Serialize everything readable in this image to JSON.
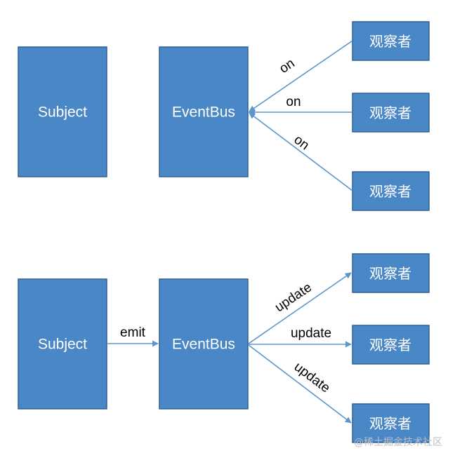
{
  "diagram": {
    "top": {
      "subject": "Subject",
      "bus": "EventBus",
      "observers": [
        "观察者",
        "观察者",
        "观察者"
      ],
      "edges": [
        "on",
        "on",
        "on"
      ]
    },
    "bottom": {
      "subject": "Subject",
      "bus": "EventBus",
      "emit": "emit",
      "observers": [
        "观察者",
        "观察者",
        "观察者"
      ],
      "edges": [
        "update",
        "update",
        "update"
      ]
    }
  },
  "watermark": "@稀土掘金技术社区",
  "colors": {
    "node_fill": "#4a87c6",
    "node_border": "#2f6196",
    "edge": "#5b95cd",
    "watermark": "#b9bec6"
  }
}
